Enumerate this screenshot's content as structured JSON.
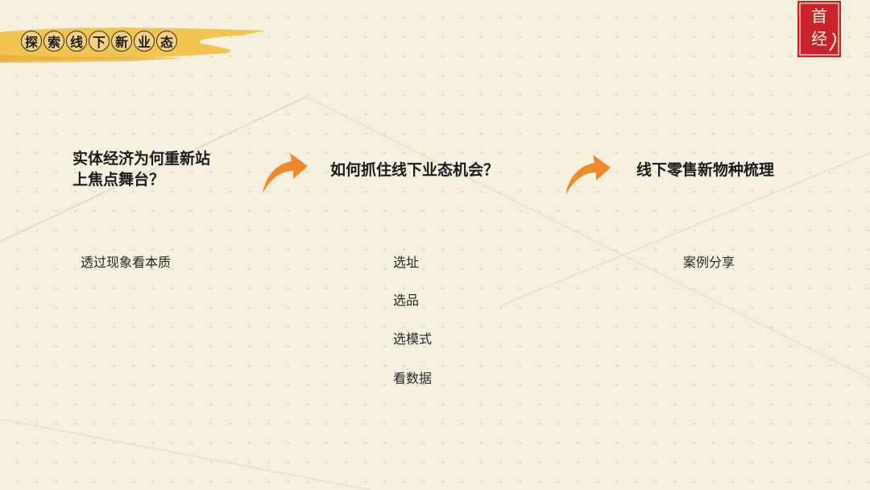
{
  "header": {
    "title_chars": [
      "探",
      "索",
      "线",
      "下",
      "新",
      "业",
      "态"
    ]
  },
  "logo": {
    "name": "seal-logo",
    "glyphs": [
      "首",
      "经"
    ]
  },
  "colors": {
    "background": "#f6f1de",
    "banner": "#f0c14b",
    "accent_arrow": "#ee8a2e",
    "seal": "#c8232a"
  },
  "columns": [
    {
      "question_line1": "实体经济为何重新站",
      "question_line2": "上焦点舞台？",
      "items": [
        "透过现象看本质"
      ]
    },
    {
      "question_line1": "如何抓住线下业态机会？",
      "items": [
        "选址",
        "选品",
        "选模式",
        "看数据"
      ]
    },
    {
      "question_line1": "线下零售新物种梳理",
      "items": [
        "案例分享"
      ]
    }
  ]
}
